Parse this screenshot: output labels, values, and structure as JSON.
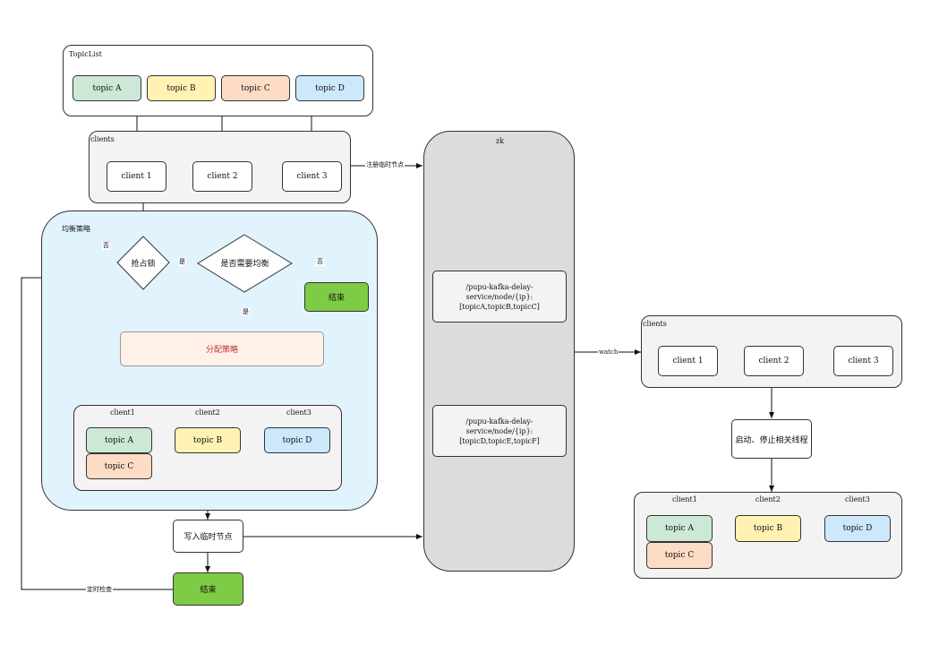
{
  "topic_list": {
    "title": "TopicList",
    "topics": [
      "topic A",
      "topic B",
      "topic C",
      "topic D"
    ]
  },
  "clients_top": {
    "title": "clients",
    "items": [
      "client 1",
      "client 2",
      "client 3"
    ]
  },
  "balance": {
    "title": "均衡策略",
    "lock": "抢占锁",
    "need_balance": "是否需要均衡",
    "end": "结束",
    "strategy": "分配策略",
    "yes": "是",
    "no": "否",
    "yes2": "是",
    "no2": "否",
    "assign": {
      "headers": [
        "client1",
        "client2",
        "client3"
      ],
      "c1_topics": [
        "topic A",
        "topic C"
      ],
      "c2_topics": [
        "topic B"
      ],
      "c3_topics": [
        "topic D"
      ]
    }
  },
  "write_node": "写入临时节点",
  "final_end": "结束",
  "timer_check": "定时检查",
  "register_label": "注册临时节点",
  "zk": {
    "title": "zk",
    "node1": "/pupu-kafka-delay-service/node/{ip}:\n[topicA,topicB,topicC]",
    "node2": "/pupu-kafka-delay-service/node/{ip}:\n[topicD,topicE,topicF]"
  },
  "watch_label": "watch",
  "clients_right": {
    "title": "clients",
    "items": [
      "client 1",
      "client 2",
      "client 3"
    ]
  },
  "start_stop": "启动、停止相关线程",
  "right_assign": {
    "headers": [
      "client1",
      "client2",
      "client3"
    ],
    "c1_topics": [
      "topic A",
      "topic C"
    ],
    "c2_topics": [
      "topic B"
    ],
    "c3_topics": [
      "topic D"
    ]
  },
  "colors": {
    "green_topic": "#cde8d6",
    "yellow_topic": "#fff2b3",
    "orange_topic": "#fddcc6",
    "blue_topic": "#cde8fb",
    "end_green": "#7ecb45",
    "balance_bg": "#e1f3fd",
    "gray_group": "#f3f3f3",
    "zk_bg": "#dcdcdc",
    "strategy_bg": "#fff0e8",
    "strategy_text": "#c0392b"
  }
}
